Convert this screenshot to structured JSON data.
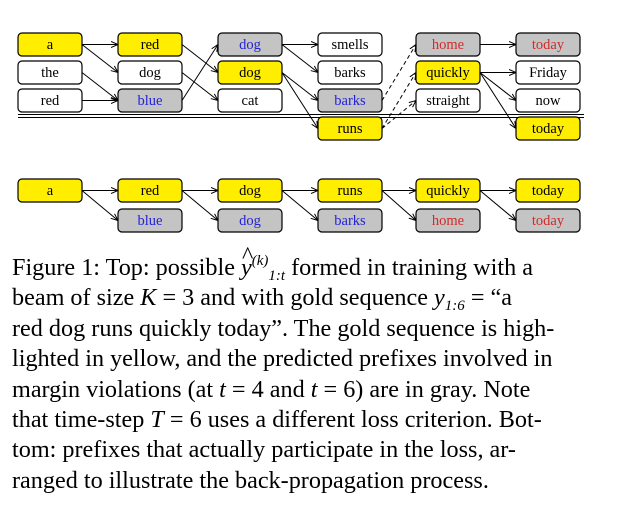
{
  "colors": {
    "gold": "#ffee00",
    "violation": "#c4c4c4",
    "plain": "#ffffff",
    "text_default": "#000000",
    "text_blue": "#2323d6",
    "text_red": "#d22b2b"
  },
  "top": {
    "columns": [
      [
        {
          "label": "a",
          "fill": "gold",
          "text": "default"
        },
        {
          "label": "the",
          "fill": "plain",
          "text": "default"
        },
        {
          "label": "red",
          "fill": "plain",
          "text": "default"
        }
      ],
      [
        {
          "label": "red",
          "fill": "gold",
          "text": "default"
        },
        {
          "label": "dog",
          "fill": "plain",
          "text": "default"
        },
        {
          "label": "blue",
          "fill": "violation",
          "text": "blue"
        }
      ],
      [
        {
          "label": "dog",
          "fill": "violation",
          "text": "blue"
        },
        {
          "label": "dog",
          "fill": "gold",
          "text": "default"
        },
        {
          "label": "cat",
          "fill": "plain",
          "text": "default"
        }
      ],
      [
        {
          "label": "smells",
          "fill": "plain",
          "text": "default"
        },
        {
          "label": "barks",
          "fill": "plain",
          "text": "default"
        },
        {
          "label": "barks",
          "fill": "violation",
          "text": "blue"
        },
        {
          "label": "runs",
          "fill": "gold",
          "text": "default"
        }
      ],
      [
        {
          "label": "home",
          "fill": "violation",
          "text": "red"
        },
        {
          "label": "quickly",
          "fill": "gold",
          "text": "default"
        },
        {
          "label": "straight",
          "fill": "plain",
          "text": "default"
        }
      ],
      [
        {
          "label": "today",
          "fill": "violation",
          "text": "red"
        },
        {
          "label": "Friday",
          "fill": "plain",
          "text": "default"
        },
        {
          "label": "now",
          "fill": "plain",
          "text": "default"
        },
        {
          "label": "today",
          "fill": "gold",
          "text": "default"
        }
      ]
    ],
    "edges": [
      {
        "from": [
          0,
          0
        ],
        "to": [
          1,
          0
        ]
      },
      {
        "from": [
          0,
          0
        ],
        "to": [
          1,
          1
        ]
      },
      {
        "from": [
          0,
          1
        ],
        "to": [
          1,
          2
        ]
      },
      {
        "from": [
          0,
          2
        ],
        "to": [
          1,
          2
        ]
      },
      {
        "from": [
          1,
          0
        ],
        "to": [
          2,
          1
        ]
      },
      {
        "from": [
          1,
          1
        ],
        "to": [
          2,
          2
        ]
      },
      {
        "from": [
          1,
          2
        ],
        "to": [
          2,
          0
        ]
      },
      {
        "from": [
          2,
          0
        ],
        "to": [
          3,
          0
        ]
      },
      {
        "from": [
          2,
          0
        ],
        "to": [
          3,
          1
        ]
      },
      {
        "from": [
          2,
          1
        ],
        "to": [
          3,
          2
        ]
      },
      {
        "from": [
          2,
          1
        ],
        "to": [
          3,
          3
        ]
      },
      {
        "from": [
          3,
          2
        ],
        "to": [
          4,
          0
        ],
        "dashed": true
      },
      {
        "from": [
          3,
          3
        ],
        "to": [
          4,
          1
        ],
        "dashed": true
      },
      {
        "from": [
          3,
          3
        ],
        "to": [
          4,
          2
        ],
        "dashed": true
      },
      {
        "from": [
          4,
          0
        ],
        "to": [
          5,
          0
        ]
      },
      {
        "from": [
          4,
          1
        ],
        "to": [
          5,
          1
        ]
      },
      {
        "from": [
          4,
          1
        ],
        "to": [
          5,
          2
        ]
      },
      {
        "from": [
          4,
          1
        ],
        "to": [
          5,
          3
        ]
      }
    ]
  },
  "bottom": {
    "gold_row": [
      "a",
      "red",
      "dog",
      "runs",
      "quickly",
      "today"
    ],
    "violation_row": [
      {
        "label": "blue",
        "text": "blue"
      },
      {
        "label": "dog",
        "text": "blue"
      },
      {
        "label": "barks",
        "text": "blue"
      },
      {
        "label": "home",
        "text": "red"
      },
      {
        "label": "today",
        "text": "red"
      }
    ]
  },
  "caption": {
    "l1_a": "Figure 1:  Top:  possible ",
    "sym_y": "y",
    "sym_hat": "^",
    "sup_k": "(k)",
    "sub_1t": "1:t",
    "l1_b": " formed in training with a",
    "l2_a": "beam of size ",
    "sym_K": "K",
    "l2_eq": " = 3 and with gold sequence ",
    "sym_y2": "y",
    "sub_16": "1:6",
    "l2_b": " = “a",
    "l3": "red dog runs quickly today”. The gold sequence is high-",
    "l4": "lighted in yellow, and the predicted prefixes involved in",
    "l5_a": "margin violations (at ",
    "sym_t1": "t",
    "l5_b": " = 4 and ",
    "sym_t2": "t",
    "l5_c": " = 6) are in gray.  Note",
    "l6_a": "that time-step ",
    "sym_T": "T",
    "l6_b": " = 6 uses a different loss criterion.  Bot-",
    "l7": "tom:  prefixes that actually participate in the loss, ar-",
    "l8": "ranged to illustrate the back-propagation process."
  }
}
